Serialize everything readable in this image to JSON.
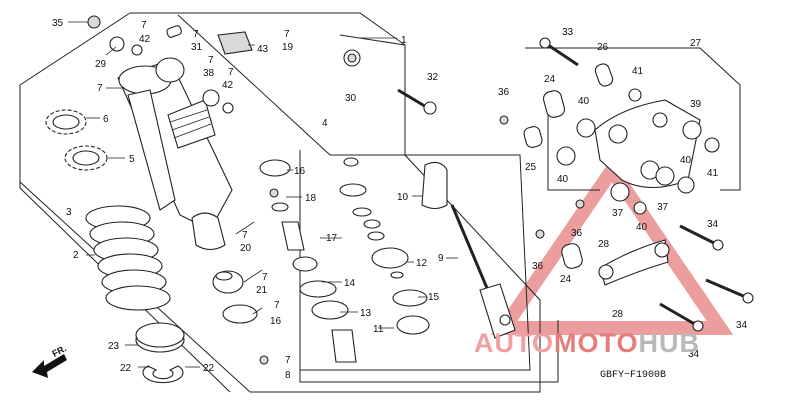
{
  "diagram": {
    "code": "GBFY−F1900B",
    "front_label": "FR.",
    "watermark": {
      "part1": "AUTO",
      "part2": "MOTO",
      "part3": "HUB"
    },
    "colors": {
      "watermark_red": "#e57d7d",
      "watermark_gray": "#b9b9b9",
      "line": "#222222"
    },
    "callouts": {
      "c35": "35",
      "c29": "29",
      "c7a": "7",
      "c42a": "42",
      "c7b": "7",
      "c31": "31",
      "c7c": "7",
      "c19": "19",
      "c43": "43",
      "c1": "1",
      "c7d": "7",
      "c38": "38",
      "c7e": "7",
      "c42b": "42",
      "c30": "30",
      "c32": "32",
      "c6": "6",
      "c5": "5",
      "c3": "3",
      "c4": "4",
      "c16a": "16",
      "c18": "18",
      "c7f": "7",
      "c20": "20",
      "c17": "17",
      "c10": "10",
      "c2": "2",
      "c9": "9",
      "c12": "12",
      "c7g": "7",
      "c21": "21",
      "c14": "14",
      "c15": "15",
      "c7h": "7",
      "c16b": "16",
      "c13": "13",
      "c11": "11",
      "c23": "23",
      "c22a": "22",
      "c22b": "22",
      "c7i": "7",
      "c8": "8",
      "c33": "33",
      "c26": "26",
      "c27": "27",
      "c24a": "24",
      "c36a": "36",
      "c41a": "41",
      "c40a": "40",
      "c39": "39",
      "c25": "25",
      "c40b": "40",
      "c40c": "40",
      "c41b": "41",
      "c36b": "36",
      "c37a": "37",
      "c37b": "37",
      "c40d": "40",
      "c34a": "34",
      "c28a": "28",
      "c36c": "36",
      "c24b": "24",
      "c28b": "28",
      "c34b": "34",
      "c34c": "34"
    }
  }
}
